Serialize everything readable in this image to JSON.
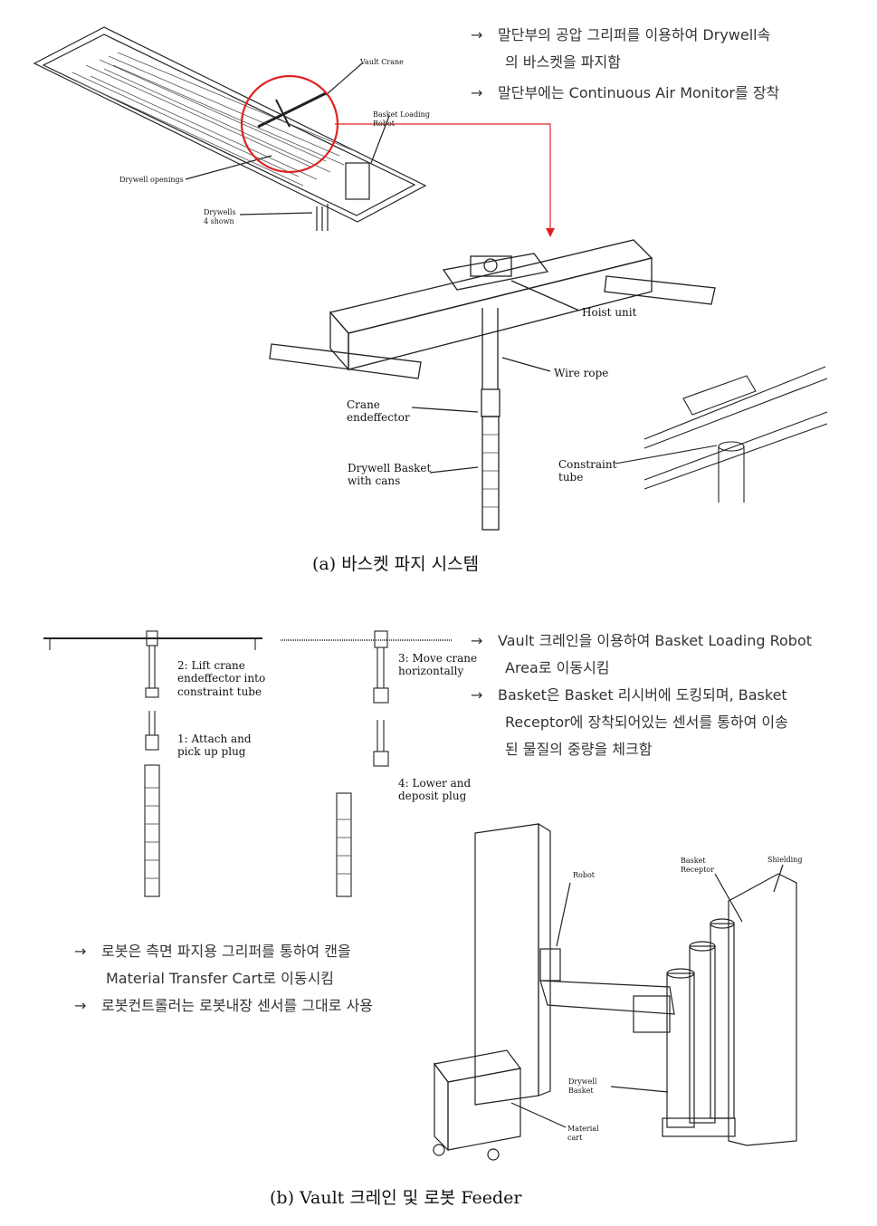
{
  "section_a": {
    "notes": [
      {
        "arrow": "→",
        "line1": "말단부의 공압 그리퍼를 이용하여 Drywell속",
        "line2": "의 바스켓을 파지함"
      },
      {
        "arrow": "→",
        "line1": "말단부에는 Continuous Air Monitor를 장착",
        "line2": ""
      }
    ],
    "overview_labels": {
      "vault_crane": "Vault Crane",
      "basket_loading_robot": "Basket Loading\nRobot",
      "drywell_openings": "Drywell openings",
      "drywells": "Drywells\n4 shown"
    },
    "detail_labels": {
      "hoist_unit": "Hoist unit",
      "wire_rope": "Wire rope",
      "crane_endeffector": "Crane\nendeffector",
      "drywell_basket": "Drywell Basket\nwith cans",
      "constraint_tube": "Constraint\ntube"
    },
    "caption": "(a) 바스켓 파지 시스템"
  },
  "section_b": {
    "notes_top": [
      {
        "arrow": "→",
        "line1": "Vault 크레인을 이용하여 Basket Loading Robot",
        "line2": "Area로 이동시킴"
      },
      {
        "arrow": "→",
        "line1": "Basket은 Basket 리시버에 도킹되며, Basket",
        "line2": "Receptor에 장착되어있는 센서를 통하여 이송",
        "line3": "된 물질의 중량을 체크함"
      }
    ],
    "steps": {
      "step2": "2: Lift crane\nendeffector into\nconstraint tube",
      "step1": "1: Attach and\npick up plug",
      "step3": "3: Move crane\nhorizontally",
      "step4": "4: Lower and\ndeposit plug"
    },
    "notes_bottom": [
      {
        "arrow": "→",
        "line1": "로봇은 측면 파지용 그리퍼를 통하여 캔을",
        "line2": "Material Transfer Cart로 이동시킴"
      },
      {
        "arrow": "→",
        "line1": "로봇컨트롤러는 로봇내장 센서를 그대로 사용",
        "line2": ""
      }
    ],
    "robot_labels": {
      "robot": "Robot",
      "basket_receptor": "Basket\nReceptor",
      "shielding": "Shielding",
      "drywell_basket": "Drywell\nBasket",
      "material_cart": "Material\ncart"
    },
    "caption": "(b) Vault 크레인 및 로봇 Feeder"
  },
  "colors": {
    "highlight_circle": "#e02020",
    "leader_arrow": "#e02020",
    "line": "#222222"
  }
}
